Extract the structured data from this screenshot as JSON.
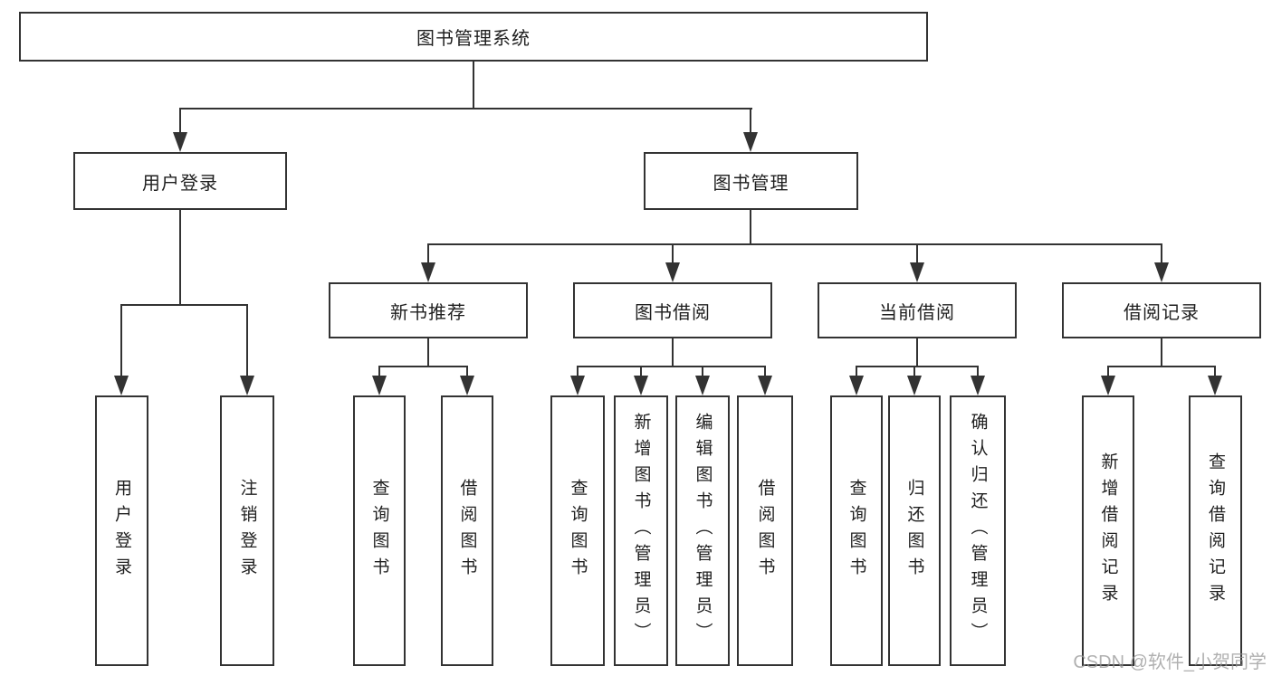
{
  "tree": {
    "label": "图书管理系统",
    "children": [
      {
        "label": "用户登录",
        "children": [
          {
            "label": "用户登录"
          },
          {
            "label": "注销登录"
          }
        ]
      },
      {
        "label": "图书管理",
        "children": [
          {
            "label": "新书推荐",
            "children": [
              {
                "label": "查询图书"
              },
              {
                "label": "借阅图书"
              }
            ]
          },
          {
            "label": "图书借阅",
            "children": [
              {
                "label": "查询图书"
              },
              {
                "label": "新增图书（管理员）"
              },
              {
                "label": "编辑图书（管理员）"
              },
              {
                "label": "借阅图书"
              }
            ]
          },
          {
            "label": "当前借阅",
            "children": [
              {
                "label": "查询图书"
              },
              {
                "label": "归还图书"
              },
              {
                "label": "确认归还（管理员）"
              }
            ]
          },
          {
            "label": "借阅记录",
            "children": [
              {
                "label": "新增借阅记录"
              },
              {
                "label": "查询借阅记录"
              }
            ]
          }
        ]
      }
    ]
  },
  "watermark": {
    "text": "CSDN @软件_小贺同学"
  },
  "colors": {
    "line": "#333333",
    "text": "#1f1f1f",
    "watermark": "#969696",
    "background": "#ffffff"
  }
}
